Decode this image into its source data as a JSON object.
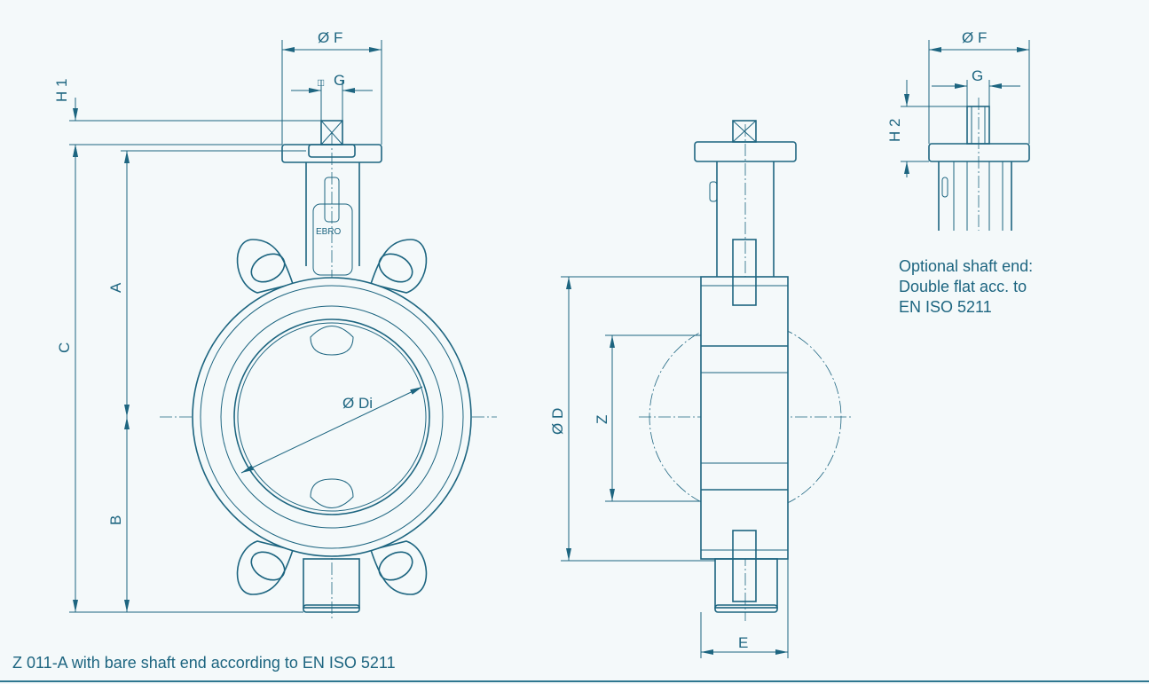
{
  "caption": "Z 011-A with bare shaft end according to EN ISO 5211",
  "optional_note": [
    "Optional shaft end:",
    "Double flat acc. to",
    "EN ISO 5211"
  ],
  "labels": {
    "f_front": "Ø F",
    "g_front": "G",
    "g_square": "□",
    "h1": "H 1",
    "c": "C",
    "a": "A",
    "b": "B",
    "di": "Ø Di",
    "brand": "EBRO",
    "d": "Ø D",
    "z": "Z",
    "e": "E",
    "f_detail": "Ø F",
    "g_detail": "G",
    "h2": "H 2"
  },
  "colors": {
    "line": "#1d6580",
    "background": "#f4f9fa"
  }
}
